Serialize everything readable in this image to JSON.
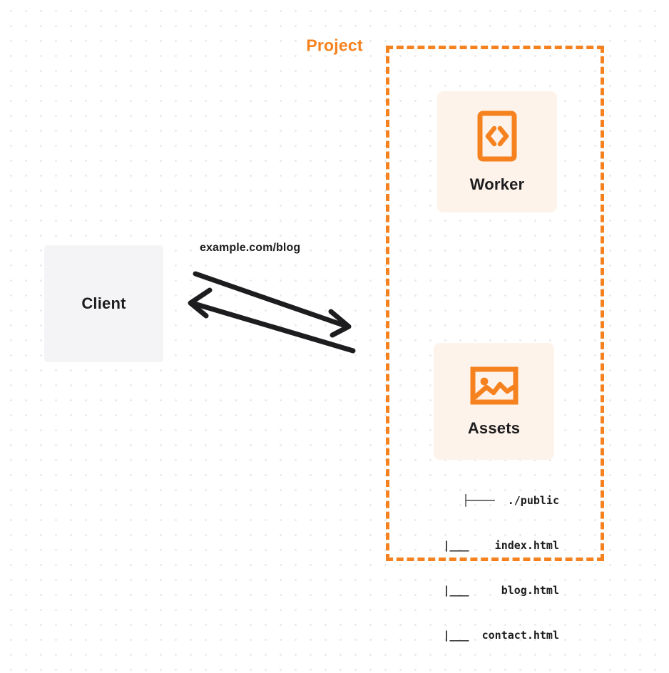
{
  "diagram": {
    "title": "Client to Project Worker and Assets request flow",
    "background": {
      "color": "#ffffff",
      "dot_color": "#e9e9ec"
    },
    "colors": {
      "accent_orange": "#f6821f",
      "node_fill_orange": "#fdf3ea",
      "node_fill_gray": "#f4f4f6",
      "text_dark": "#1d1d1f",
      "arrow": "#1d1d1f"
    }
  },
  "group": {
    "label": "Project",
    "border_style": "dashed",
    "border_color": "#f6821f"
  },
  "nodes": {
    "client": {
      "label": "Client",
      "icon": "none",
      "fill": "#f4f4f6"
    },
    "worker": {
      "label": "Worker",
      "icon": "code-brackets-icon",
      "fill": "#fdf3ea"
    },
    "assets": {
      "label": "Assets",
      "icon": "image-icon",
      "fill": "#fdf3ea"
    }
  },
  "edges": {
    "request": {
      "label": "example.com/blog",
      "direction": "client-to-project"
    },
    "response": {
      "label": "",
      "direction": "project-to-client"
    }
  },
  "file_tree": {
    "rows": [
      "├────  ./public",
      "|___    index.html",
      "|___     blog.html",
      "|___  contact.html"
    ]
  }
}
